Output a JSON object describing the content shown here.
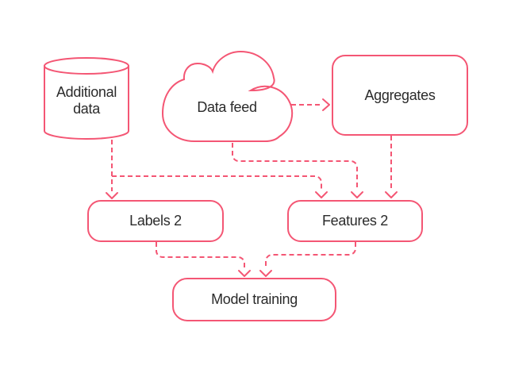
{
  "diagram": {
    "colors": {
      "stroke": "#f45674",
      "text": "#2b2b2b",
      "background": "#ffffff"
    },
    "nodes": [
      {
        "id": "additional-data",
        "shape": "cylinder",
        "label": "Additional data"
      },
      {
        "id": "data-feed",
        "shape": "cloud",
        "label": "Data feed"
      },
      {
        "id": "aggregates",
        "shape": "rounded-rectangle",
        "label": "Aggregates"
      },
      {
        "id": "labels-2",
        "shape": "rounded-rectangle",
        "label": "Labels 2"
      },
      {
        "id": "features-2",
        "shape": "rounded-rectangle",
        "label": "Features 2"
      },
      {
        "id": "model-training",
        "shape": "rounded-rectangle",
        "label": "Model training"
      }
    ],
    "edges": [
      {
        "from": "data-feed",
        "to": "aggregates",
        "style": "dashed-arrow"
      },
      {
        "from": "additional-data",
        "to": "labels-2",
        "style": "dashed-arrow"
      },
      {
        "from": "additional-data",
        "to": "features-2",
        "style": "dashed-arrow"
      },
      {
        "from": "data-feed",
        "to": "features-2",
        "style": "dashed-arrow"
      },
      {
        "from": "aggregates",
        "to": "features-2",
        "style": "dashed-arrow"
      },
      {
        "from": "labels-2",
        "to": "model-training",
        "style": "dashed-arrow"
      },
      {
        "from": "features-2",
        "to": "model-training",
        "style": "dashed-arrow"
      }
    ]
  }
}
